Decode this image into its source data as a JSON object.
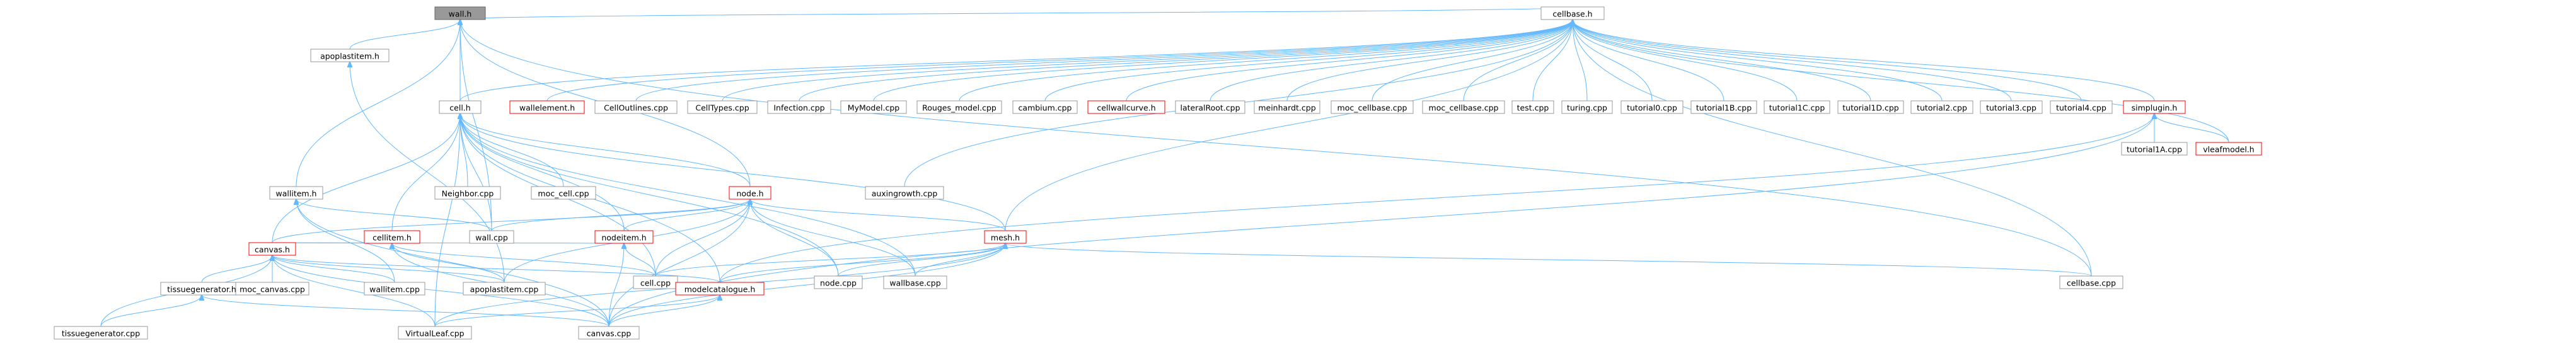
{
  "graph": {
    "root": "wall.h",
    "colors": {
      "edge": "#63b8ff",
      "root_fill": "#999999",
      "red_border": "#ff0000",
      "normal_border": "#999999"
    },
    "nodes": [
      {
        "id": "wall_h",
        "label": "wall.h",
        "style": "root"
      },
      {
        "id": "apoplastitem_h",
        "label": "apoplastitem.h",
        "style": "normal"
      },
      {
        "id": "cellbase_h",
        "label": "cellbase.h",
        "style": "normal"
      },
      {
        "id": "cell_h",
        "label": "cell.h",
        "style": "normal"
      },
      {
        "id": "wallelement_h",
        "label": "wallelement.h",
        "style": "red"
      },
      {
        "id": "CellOutlines_cpp",
        "label": "CellOutlines.cpp",
        "style": "normal"
      },
      {
        "id": "CellTypes_cpp",
        "label": "CellTypes.cpp",
        "style": "normal"
      },
      {
        "id": "Infection_cpp",
        "label": "Infection.cpp",
        "style": "normal"
      },
      {
        "id": "MyModel_cpp",
        "label": "MyModel.cpp",
        "style": "normal"
      },
      {
        "id": "Rouges_model_cpp",
        "label": "Rouges_model.cpp",
        "style": "normal"
      },
      {
        "id": "cambium_cpp",
        "label": "cambium.cpp",
        "style": "normal"
      },
      {
        "id": "cellwallcurve_h",
        "label": "cellwallcurve.h",
        "style": "red"
      },
      {
        "id": "lateralRoot_cpp",
        "label": "lateralRoot.cpp",
        "style": "normal"
      },
      {
        "id": "meinhardt_cpp",
        "label": "meinhardt.cpp",
        "style": "normal"
      },
      {
        "id": "moc_cellbase_cpp1",
        "label": "moc_cellbase.cpp",
        "style": "normal"
      },
      {
        "id": "moc_cellbase_cpp2",
        "label": "moc_cellbase.cpp",
        "style": "normal"
      },
      {
        "id": "test_cpp",
        "label": "test.cpp",
        "style": "normal"
      },
      {
        "id": "turing_cpp",
        "label": "turing.cpp",
        "style": "normal"
      },
      {
        "id": "tutorial0_cpp",
        "label": "tutorial0.cpp",
        "style": "normal"
      },
      {
        "id": "tutorial1B_cpp",
        "label": "tutorial1B.cpp",
        "style": "normal"
      },
      {
        "id": "tutorial1C_cpp",
        "label": "tutorial1C.cpp",
        "style": "normal"
      },
      {
        "id": "tutorial1D_cpp",
        "label": "tutorial1D.cpp",
        "style": "normal"
      },
      {
        "id": "tutorial2_cpp",
        "label": "tutorial2.cpp",
        "style": "normal"
      },
      {
        "id": "tutorial3_cpp",
        "label": "tutorial3.cpp",
        "style": "normal"
      },
      {
        "id": "tutorial4_cpp",
        "label": "tutorial4.cpp",
        "style": "normal"
      },
      {
        "id": "simplugin_h",
        "label": "simplugin.h",
        "style": "red"
      },
      {
        "id": "tutorial1A_cpp",
        "label": "tutorial1A.cpp",
        "style": "normal"
      },
      {
        "id": "vleafmodel_h",
        "label": "vleafmodel.h",
        "style": "red"
      },
      {
        "id": "wallitem_h",
        "label": "wallitem.h",
        "style": "normal"
      },
      {
        "id": "Neighbor_cpp",
        "label": "Neighbor.cpp",
        "style": "normal"
      },
      {
        "id": "moc_cell_cpp",
        "label": "moc_cell.cpp",
        "style": "normal"
      },
      {
        "id": "node_h",
        "label": "node.h",
        "style": "red"
      },
      {
        "id": "auxingrowth_cpp",
        "label": "auxingrowth.cpp",
        "style": "normal"
      },
      {
        "id": "wall_cpp",
        "label": "wall.cpp",
        "style": "normal"
      },
      {
        "id": "cellitem_h",
        "label": "cellitem.h",
        "style": "red"
      },
      {
        "id": "nodeitem_h",
        "label": "nodeitem.h",
        "style": "red"
      },
      {
        "id": "mesh_h",
        "label": "mesh.h",
        "style": "red"
      },
      {
        "id": "cell_cpp",
        "label": "cell.cpp",
        "style": "normal"
      },
      {
        "id": "node_cpp",
        "label": "node.cpp",
        "style": "normal"
      },
      {
        "id": "wallbase_cpp",
        "label": "wallbase.cpp",
        "style": "normal"
      },
      {
        "id": "cellbase_cpp",
        "label": "cellbase.cpp",
        "style": "normal"
      },
      {
        "id": "canvas_h",
        "label": "canvas.h",
        "style": "red"
      },
      {
        "id": "tissuegenerator_h",
        "label": "tissuegenerator.h",
        "style": "normal"
      },
      {
        "id": "moc_canvas_cpp",
        "label": "moc_canvas.cpp",
        "style": "normal"
      },
      {
        "id": "wallitem_cpp",
        "label": "wallitem.cpp",
        "style": "normal"
      },
      {
        "id": "apoplastitem_cpp",
        "label": "apoplastitem.cpp",
        "style": "normal"
      },
      {
        "id": "modelcatalogue_h",
        "label": "modelcatalogue.h",
        "style": "red"
      },
      {
        "id": "tissuegenerator_cpp",
        "label": "tissuegenerator.cpp",
        "style": "normal"
      },
      {
        "id": "VirtualLeaf_cpp",
        "label": "VirtualLeaf.cpp",
        "style": "normal"
      },
      {
        "id": "canvas_cpp",
        "label": "canvas.cpp",
        "style": "normal"
      }
    ],
    "edges": [
      [
        "wall_h",
        "apoplastitem_h"
      ],
      [
        "wall_h",
        "cellbase_h"
      ],
      [
        "wall_h",
        "cell_h"
      ],
      [
        "wall_h",
        "wallitem_h"
      ],
      [
        "wall_h",
        "wall_cpp"
      ],
      [
        "wall_h",
        "node_h"
      ],
      [
        "wall_h",
        "cellbase_cpp"
      ],
      [
        "apoplastitem_h",
        "apoplastitem_cpp"
      ],
      [
        "cellbase_h",
        "cell_h"
      ],
      [
        "cellbase_h",
        "wallelement_h"
      ],
      [
        "cellbase_h",
        "CellOutlines_cpp"
      ],
      [
        "cellbase_h",
        "CellTypes_cpp"
      ],
      [
        "cellbase_h",
        "Infection_cpp"
      ],
      [
        "cellbase_h",
        "MyModel_cpp"
      ],
      [
        "cellbase_h",
        "Rouges_model_cpp"
      ],
      [
        "cellbase_h",
        "cambium_cpp"
      ],
      [
        "cellbase_h",
        "cellwallcurve_h"
      ],
      [
        "cellbase_h",
        "lateralRoot_cpp"
      ],
      [
        "cellbase_h",
        "meinhardt_cpp"
      ],
      [
        "cellbase_h",
        "moc_cellbase_cpp1"
      ],
      [
        "cellbase_h",
        "moc_cellbase_cpp2"
      ],
      [
        "cellbase_h",
        "test_cpp"
      ],
      [
        "cellbase_h",
        "turing_cpp"
      ],
      [
        "cellbase_h",
        "tutorial0_cpp"
      ],
      [
        "cellbase_h",
        "tutorial1B_cpp"
      ],
      [
        "cellbase_h",
        "tutorial1C_cpp"
      ],
      [
        "cellbase_h",
        "tutorial1D_cpp"
      ],
      [
        "cellbase_h",
        "tutorial2_cpp"
      ],
      [
        "cellbase_h",
        "tutorial3_cpp"
      ],
      [
        "cellbase_h",
        "tutorial4_cpp"
      ],
      [
        "cellbase_h",
        "simplugin_h"
      ],
      [
        "cellbase_h",
        "vleafmodel_h"
      ],
      [
        "cellbase_h",
        "auxingrowth_cpp"
      ],
      [
        "cellbase_h",
        "mesh_h"
      ],
      [
        "cellbase_h",
        "cellbase_cpp"
      ],
      [
        "cell_h",
        "Neighbor_cpp"
      ],
      [
        "cell_h",
        "moc_cell_cpp"
      ],
      [
        "cell_h",
        "node_h"
      ],
      [
        "cell_h",
        "wall_cpp"
      ],
      [
        "cell_h",
        "cellitem_h"
      ],
      [
        "cell_h",
        "nodeitem_h"
      ],
      [
        "cell_h",
        "cell_cpp"
      ],
      [
        "cell_h",
        "canvas_h"
      ],
      [
        "cell_h",
        "mesh_h"
      ],
      [
        "cell_h",
        "wallbase_cpp"
      ],
      [
        "cell_h",
        "node_cpp"
      ],
      [
        "cell_h",
        "modelcatalogue_h"
      ],
      [
        "cell_h",
        "VirtualLeaf_cpp"
      ],
      [
        "simplugin_h",
        "tutorial1A_cpp"
      ],
      [
        "simplugin_h",
        "vleafmodel_h"
      ],
      [
        "simplugin_h",
        "modelcatalogue_h"
      ],
      [
        "simplugin_h",
        "canvas_cpp"
      ],
      [
        "wallitem_h",
        "wall_cpp"
      ],
      [
        "wallitem_h",
        "wallitem_cpp"
      ],
      [
        "wallitem_h",
        "canvas_cpp"
      ],
      [
        "node_h",
        "wall_cpp"
      ],
      [
        "node_h",
        "nodeitem_h"
      ],
      [
        "node_h",
        "mesh_h"
      ],
      [
        "node_h",
        "cell_cpp"
      ],
      [
        "node_h",
        "node_cpp"
      ],
      [
        "node_h",
        "wallbase_cpp"
      ],
      [
        "node_h",
        "canvas_h"
      ],
      [
        "node_h",
        "apoplastitem_cpp"
      ],
      [
        "node_h",
        "canvas_cpp"
      ],
      [
        "cellitem_h",
        "cell_cpp"
      ],
      [
        "cellitem_h",
        "canvas_h"
      ],
      [
        "cellitem_h",
        "canvas_cpp"
      ],
      [
        "cellitem_h",
        "apoplastitem_cpp"
      ],
      [
        "nodeitem_h",
        "cell_cpp"
      ],
      [
        "nodeitem_h",
        "canvas_h"
      ],
      [
        "nodeitem_h",
        "canvas_cpp"
      ],
      [
        "mesh_h",
        "cell_cpp"
      ],
      [
        "mesh_h",
        "node_cpp"
      ],
      [
        "mesh_h",
        "wallbase_cpp"
      ],
      [
        "mesh_h",
        "cellbase_cpp"
      ],
      [
        "mesh_h",
        "modelcatalogue_h"
      ],
      [
        "mesh_h",
        "canvas_cpp"
      ],
      [
        "mesh_h",
        "VirtualLeaf_cpp"
      ],
      [
        "canvas_h",
        "tissuegenerator_h"
      ],
      [
        "canvas_h",
        "moc_canvas_cpp"
      ],
      [
        "canvas_h",
        "wallitem_cpp"
      ],
      [
        "canvas_h",
        "apoplastitem_cpp"
      ],
      [
        "canvas_h",
        "modelcatalogue_h"
      ],
      [
        "canvas_h",
        "canvas_cpp"
      ],
      [
        "canvas_h",
        "VirtualLeaf_cpp"
      ],
      [
        "canvas_h",
        "tissuegenerator_cpp"
      ],
      [
        "tissuegenerator_h",
        "tissuegenerator_cpp"
      ],
      [
        "tissuegenerator_h",
        "canvas_cpp"
      ],
      [
        "modelcatalogue_h",
        "VirtualLeaf_cpp"
      ],
      [
        "modelcatalogue_h",
        "canvas_cpp"
      ]
    ]
  }
}
